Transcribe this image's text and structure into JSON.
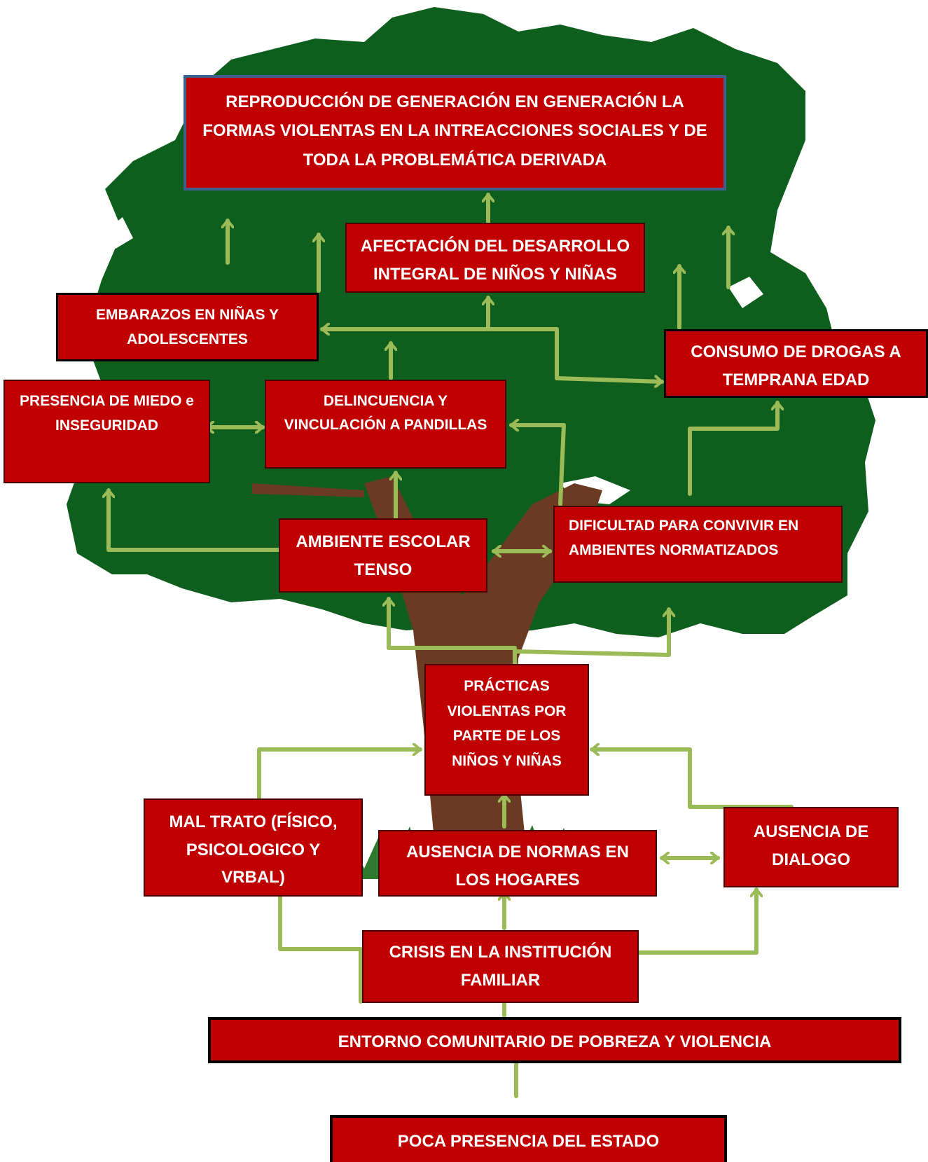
{
  "diagram": {
    "colors": {
      "box_fill": "#c00000",
      "box_text": "#ffffff",
      "arrow": "#9bbb59",
      "foliage": "#0e5f1d",
      "trunk": "#6b3a22",
      "grass": "#2e7d32"
    },
    "nodes": {
      "reproduccion": "REPRODUCCIÓN  DE GENERACIÓN EN GENERACIÓN LA FORMAS VIOLENTAS EN LA INTREACCIONES SOCIALES Y DE TODA LA PROBLEMÁTICA DERIVADA",
      "afectacion": "AFECTACIÓN DEL DESARROLLO INTEGRAL DE NIÑOS Y NIÑAS",
      "embarazos": "EMBARAZOS EN NIÑAS Y ADOLESCENTES",
      "consumo": "CONSUMO DE DROGAS A TEMPRANA EDAD",
      "miedo": "PRESENCIA DE MIEDO e INSEGURIDAD",
      "delincuencia": "DELINCUENCIA Y VINCULACIÓN A PANDILLAS",
      "ambiente": "AMBIENTE  ESCOLAR TENSO",
      "dificultad": "DIFICULTAD PARA CONVIVIR EN AMBIENTES  NORMATIZADOS",
      "practicas": "PRÁCTICAS VIOLENTAS POR PARTE DE LOS NIÑOS Y NIÑAS",
      "maltrato": "MAL TRATO (FÍSICO, PSICOLOGICO  Y VRBAL)",
      "normas": "AUSENCIA DE NORMAS EN LOS HOGARES",
      "dialogo": "AUSENCIA DE DIALOGO",
      "crisis": "CRISIS EN LA INSTITUCIÓN FAMILIAR",
      "entorno": "ENTORNO COMUNITARIO DE POBREZA Y VIOLENCIA",
      "estado": "POCA PRESENCIA DEL ESTADO"
    }
  }
}
